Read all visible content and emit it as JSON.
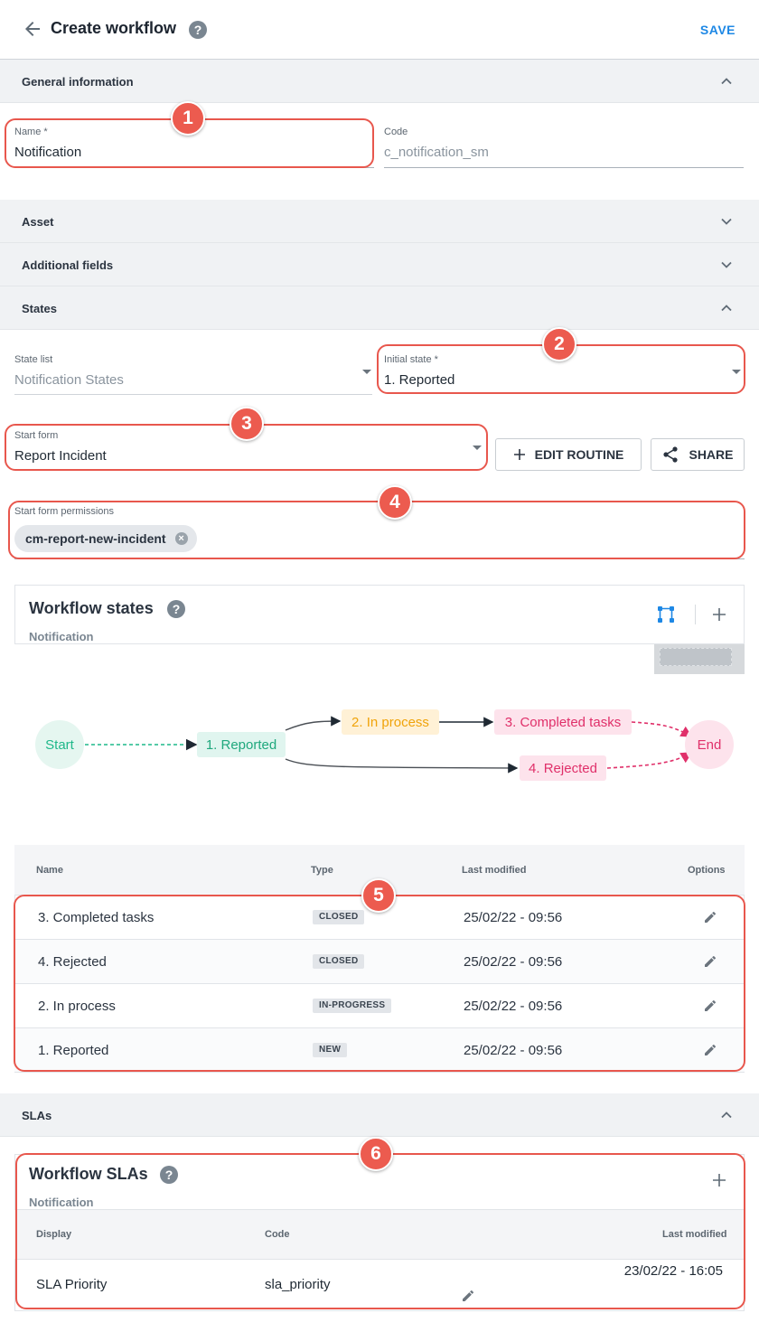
{
  "header": {
    "title": "Create workflow",
    "save_label": "SAVE",
    "help_glyph": "?"
  },
  "sections": {
    "general": "General information",
    "asset": "Asset",
    "additional": "Additional fields",
    "states": "States",
    "slas": "SLAs"
  },
  "general": {
    "name_label": "Name *",
    "name_value": "Notification",
    "code_label": "Code",
    "code_placeholder": "c_notification_sm"
  },
  "states_form": {
    "state_list_label": "State list",
    "state_list_value": "Notification States",
    "initial_state_label": "Initial state *",
    "initial_state_value": "1. Reported",
    "start_form_label": "Start form",
    "start_form_value": "Report Incident",
    "edit_routine_label": "EDIT ROUTINE",
    "share_label": "SHARE",
    "permissions_label": "Start form permissions",
    "permission_chip": "cm-report-new-incident"
  },
  "callouts": [
    "1",
    "2",
    "3",
    "4",
    "5",
    "6"
  ],
  "workflow_states": {
    "title": "Workflow states",
    "subtitle": "Notification",
    "diagram": {
      "start": "Start",
      "end": "End",
      "nodes": [
        "1. Reported",
        "2. In process",
        "3. Completed tasks",
        "4. Rejected"
      ]
    },
    "columns": [
      "Name",
      "Type",
      "Last modified",
      "Options"
    ],
    "rows": [
      {
        "name": "3. Completed tasks",
        "type": "CLOSED",
        "modified": "25/02/22 - 09:56"
      },
      {
        "name": "4. Rejected",
        "type": "CLOSED",
        "modified": "25/02/22 - 09:56"
      },
      {
        "name": "2. In process",
        "type": "IN-PROGRESS",
        "modified": "25/02/22 - 09:56"
      },
      {
        "name": "1. Reported",
        "type": "NEW",
        "modified": "25/02/22 - 09:56"
      }
    ]
  },
  "workflow_slas": {
    "title": "Workflow SLAs",
    "subtitle": "Notification",
    "columns": [
      "Display",
      "Code",
      "Last modified"
    ],
    "rows": [
      {
        "display": "SLA Priority",
        "code": "sla_priority",
        "modified": "23/02/22 - 16:05"
      }
    ]
  },
  "colors": {
    "accent": "#1e88e5",
    "callout": "#ec5b4f",
    "green": "#1fb88a",
    "orange": "#f0a30a",
    "pink": "#e0306a"
  }
}
